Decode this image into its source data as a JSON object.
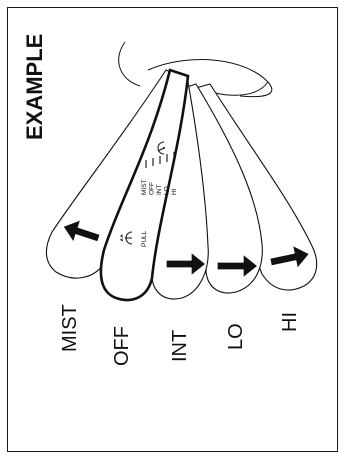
{
  "title": "EXAMPLE",
  "positions": [
    {
      "label": "MIST",
      "arrow": "left"
    },
    {
      "label": "OFF",
      "arrow": "none"
    },
    {
      "label": "INT",
      "arrow": "right"
    },
    {
      "label": "LO",
      "arrow": "right"
    },
    {
      "label": "HI",
      "arrow": "right"
    }
  ],
  "stalk_markings": [
    "MIST",
    "OFF",
    "INT",
    "LO",
    "HI"
  ],
  "stalk_pull_label": "PULL",
  "icons": [
    "washer-icon",
    "wiper-icon"
  ]
}
